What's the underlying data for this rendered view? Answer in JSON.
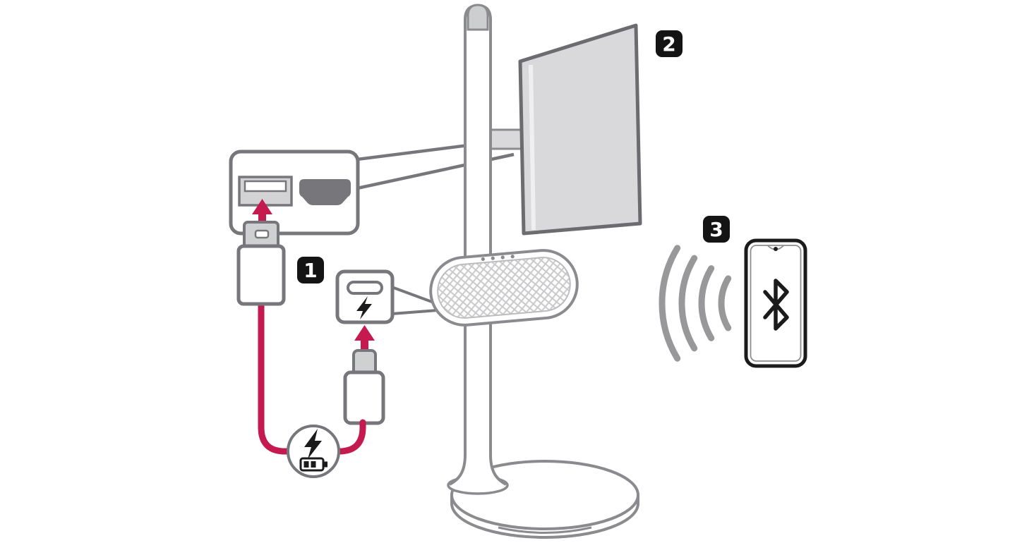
{
  "diagram": {
    "background_color": "#ffffff",
    "accent_color": "#c41a50",
    "outline_color": "#8a8a8f",
    "panel_outline_color": "#76767b",
    "device_fill": "#d9d9db",
    "badge_background": "#141414",
    "badge_text_color": "#ffffff",
    "badges": [
      {
        "number": "1",
        "refers_to": "usb-power-charging-connection"
      },
      {
        "number": "2",
        "refers_to": "screen-rear-ports"
      },
      {
        "number": "3",
        "refers_to": "bluetooth-phone-pairing"
      }
    ],
    "icons": [
      "usb-a-port-icon",
      "hdmi-port-icon",
      "usb-a-plug-icon",
      "usb-c-port-icon",
      "usb-c-plug-icon",
      "lightning-bolt-icon",
      "battery-icon",
      "wireless-waves-icon",
      "bluetooth-icon"
    ]
  }
}
